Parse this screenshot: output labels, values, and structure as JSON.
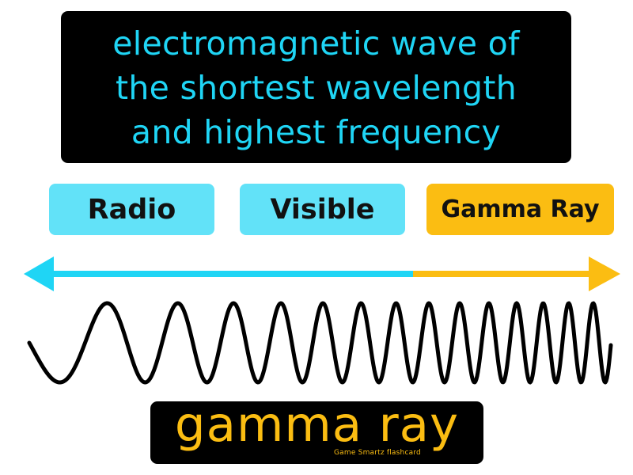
{
  "definition": {
    "lines": [
      "electromagnetic wave of",
      "the shortest wavelength",
      "and highest frequency"
    ]
  },
  "spectrum_labels": {
    "radio": "Radio",
    "visible": "Visible",
    "gamma": "Gamma Ray"
  },
  "term": "gamma ray",
  "credit": "Game Smartz  flashcard",
  "colors": {
    "cyan_text": "#1fd5f5",
    "cyan_box": "#62e2f8",
    "gold": "#fbbd12",
    "black": "#000000"
  }
}
